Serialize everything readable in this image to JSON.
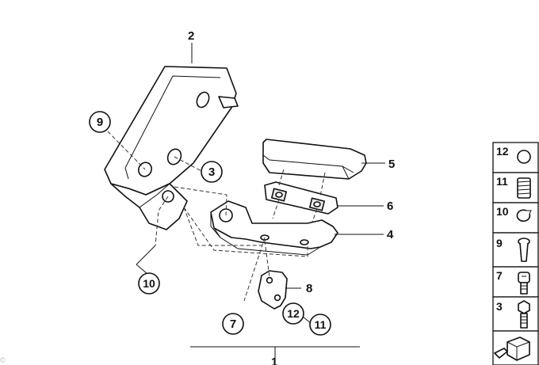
{
  "callouts": {
    "c1": "1",
    "c2": "2",
    "c3": "3",
    "c4": "4",
    "c5": "5",
    "c6": "6",
    "c7": "7",
    "c8": "8",
    "c9": "9",
    "c10": "10",
    "c11": "11",
    "c12": "12"
  },
  "legend": {
    "items": [
      {
        "number": "12",
        "icon": "ring-seal-icon"
      },
      {
        "number": "11",
        "icon": "spring-icon"
      },
      {
        "number": "10",
        "icon": "circlip-icon"
      },
      {
        "number": "9",
        "icon": "pin-icon"
      },
      {
        "number": "7",
        "icon": "socket-screw-icon"
      },
      {
        "number": "3",
        "icon": "hex-bolt-icon"
      },
      {
        "number": "",
        "icon": "assembly-block-icon"
      }
    ]
  },
  "watermark": "©"
}
